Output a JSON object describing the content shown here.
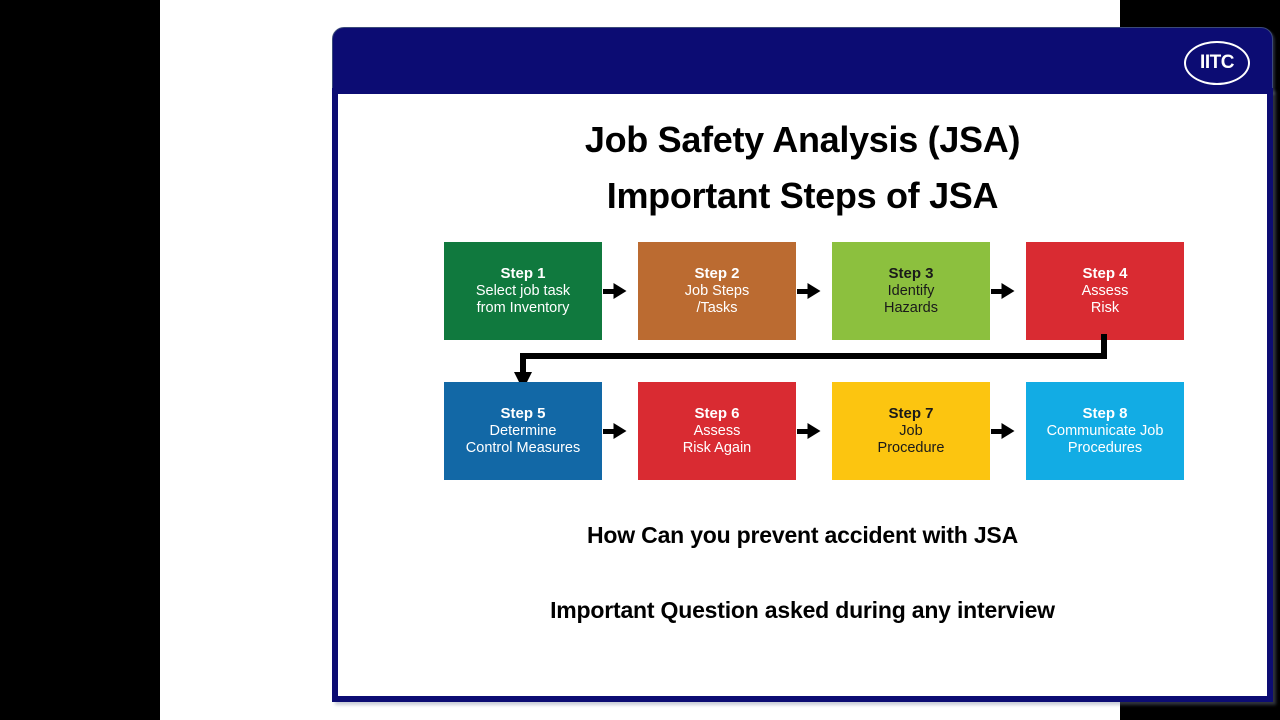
{
  "slide": {
    "logo": "IITC",
    "title_line_1": "Job Safety Analysis (JSA)",
    "title_line_2": "Important Steps of JSA",
    "caption_line_1": "How Can you prevent accident with JSA",
    "caption_line_2": "Important Question asked during any interview"
  },
  "theme": {
    "header_navy": "#0c0c73",
    "border_navy": "#0c0c73",
    "page_background": "#000000",
    "slide_background": "#ffffff",
    "arrow_color": "#000000"
  },
  "flow": {
    "row_1": [
      {
        "title": "Step 1",
        "line_1": "Select job task",
        "line_2": "from Inventory",
        "fill": "#10793E",
        "text_color": "#ffffff"
      },
      {
        "title": "Step 2",
        "line_1": "Job Steps",
        "line_2": "/Tasks",
        "fill": "#BB6B31",
        "text_color": "#ffffff"
      },
      {
        "title": "Step 3",
        "line_1": "Identify",
        "line_2": "Hazards",
        "fill": "#8CC03E",
        "text_color": "#1a1a1a"
      },
      {
        "title": "Step 4",
        "line_1": "Assess",
        "line_2": "Risk",
        "fill": "#D92B32",
        "text_color": "#ffffff"
      }
    ],
    "row_2": [
      {
        "title": "Step 5",
        "line_1": "Determine",
        "line_2": "Control Measures",
        "fill": "#1268A6",
        "text_color": "#ffffff"
      },
      {
        "title": "Step 6",
        "line_1": "Assess",
        "line_2": "Risk Again",
        "fill": "#D92B32",
        "text_color": "#ffffff"
      },
      {
        "title": "Step 7",
        "line_1": "Job",
        "line_2": "Procedure",
        "fill": "#FCC510",
        "text_color": "#1a1a1a"
      },
      {
        "title": "Step 8",
        "line_1": "Communicate Job",
        "line_2": "Procedures",
        "fill": "#12ACE4",
        "text_color": "#ffffff"
      }
    ]
  }
}
